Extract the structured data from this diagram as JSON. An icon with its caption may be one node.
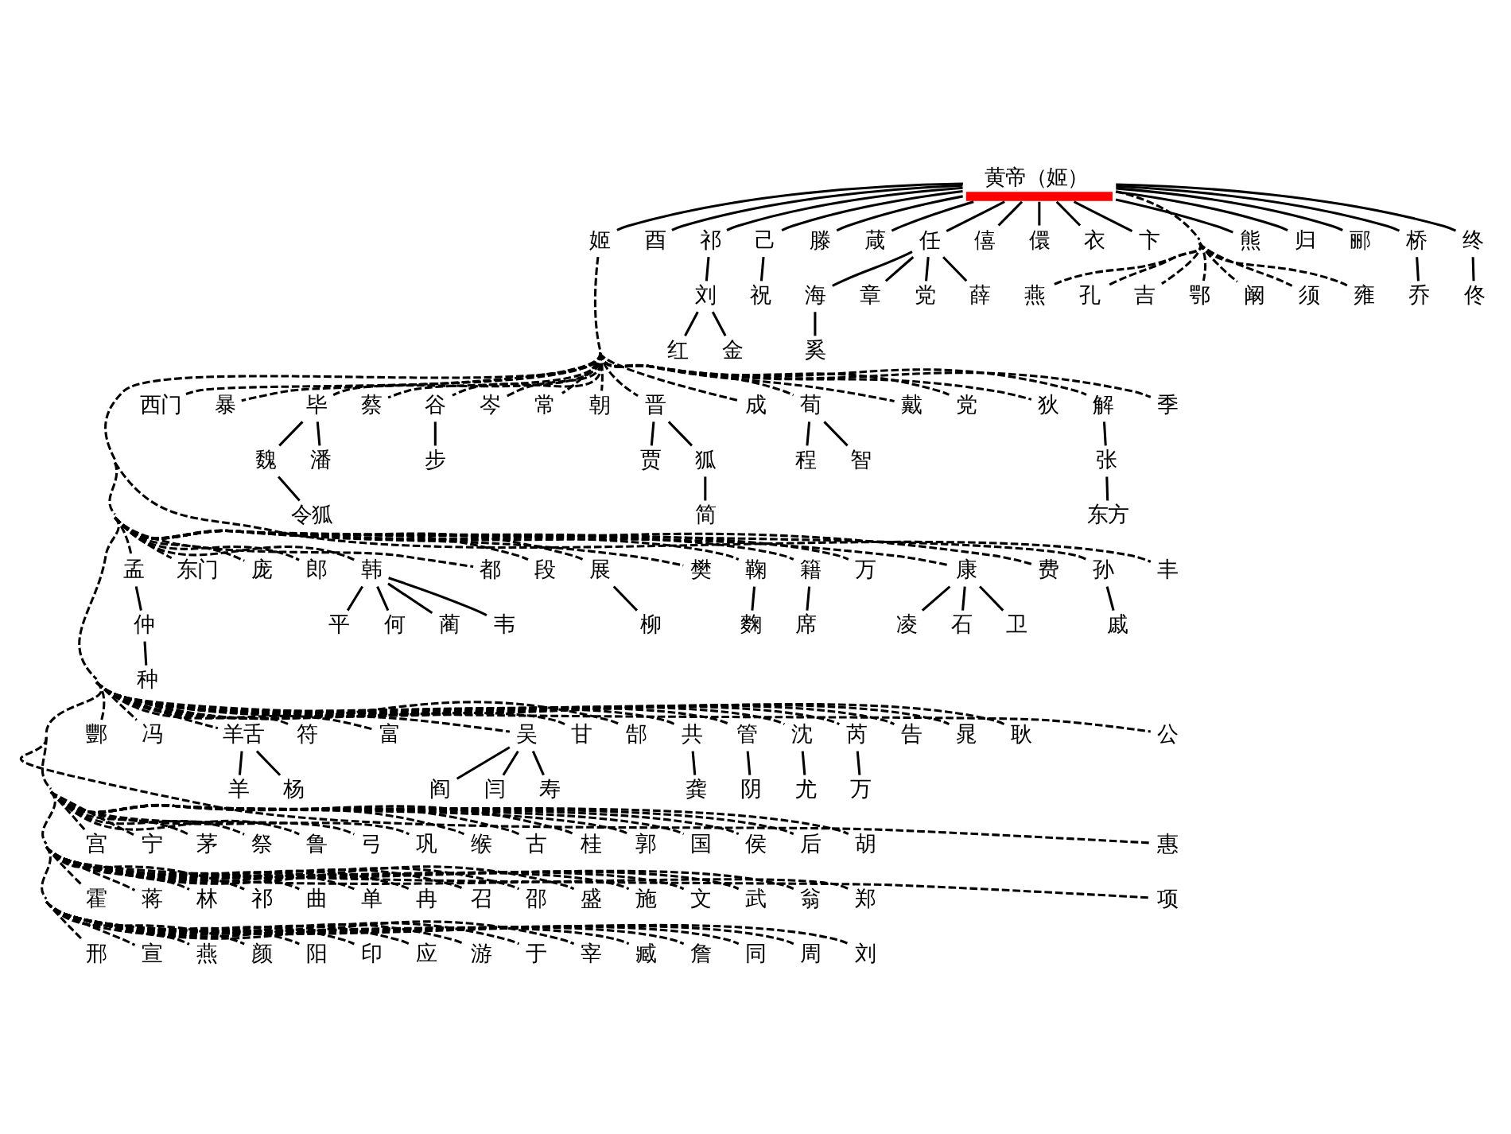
{
  "diagram": {
    "nodes": [
      {
        "text": [
          "黄帝（姬）"
        ]
      },
      {
        "text": [
          "姬"
        ]
      },
      {
        "text": [
          "酉"
        ]
      },
      {
        "text": [
          "祁"
        ]
      },
      {
        "text": [
          "己"
        ]
      },
      {
        "text": [
          "滕"
        ]
      },
      {
        "text": [
          "葴"
        ]
      },
      {
        "text": [
          "任"
        ]
      },
      {
        "text": [
          "僖"
        ]
      },
      {
        "text": [
          "儇"
        ]
      },
      {
        "text": [
          "衣"
        ]
      },
      {
        "text": [
          "卞"
        ]
      },
      {
        "text": [
          "熊"
        ]
      },
      {
        "text": [
          "归"
        ]
      },
      {
        "text": [
          "郦"
        ]
      },
      {
        "text": [
          "桥"
        ]
      },
      {
        "text": [
          "终"
        ]
      },
      {
        "text": [
          "刘"
        ]
      },
      {
        "text": [
          "祝"
        ]
      },
      {
        "text": [
          "乔"
        ]
      },
      {
        "text": [
          "佟"
        ]
      },
      {
        "text": [
          "海"
        ]
      },
      {
        "text": [
          "章"
        ]
      },
      {
        "text": [
          "党"
        ]
      },
      {
        "text": [
          "薛"
        ]
      },
      {
        "text": [
          "燕"
        ]
      },
      {
        "text": [
          "孔"
        ]
      },
      {
        "text": [
          "吉"
        ]
      },
      {
        "text": [
          "鄂"
        ]
      },
      {
        "text": [
          "阚"
        ]
      },
      {
        "text": [
          "须"
        ]
      },
      {
        "text": [
          "雍"
        ]
      },
      {
        "text": [
          "红"
        ]
      },
      {
        "text": [
          "金"
        ]
      },
      {
        "text": [
          "奚"
        ]
      },
      {
        "text": [
          "西门"
        ]
      },
      {
        "text": [
          "暴"
        ]
      },
      {
        "text": [
          "毕"
        ]
      },
      {
        "text": [
          "蔡"
        ]
      },
      {
        "text": [
          "谷"
        ]
      },
      {
        "text": [
          "岑"
        ]
      },
      {
        "text": [
          "常"
        ]
      },
      {
        "text": [
          "朝"
        ]
      },
      {
        "text": [
          "晋"
        ]
      },
      {
        "text": [
          "成"
        ]
      },
      {
        "text": [
          "荀"
        ]
      },
      {
        "text": [
          "戴"
        ]
      },
      {
        "text": [
          "党"
        ]
      },
      {
        "text": [
          "狄"
        ]
      },
      {
        "text": [
          "解"
        ]
      },
      {
        "text": [
          "季"
        ]
      },
      {
        "text": [
          "魏"
        ]
      },
      {
        "text": [
          "潘"
        ]
      },
      {
        "text": [
          "步"
        ]
      },
      {
        "text": [
          "贾"
        ]
      },
      {
        "text": [
          "狐"
        ]
      },
      {
        "text": [
          "程"
        ]
      },
      {
        "text": [
          "智"
        ]
      },
      {
        "text": [
          "张"
        ]
      },
      {
        "text": [
          "令狐"
        ]
      },
      {
        "text": [
          "简"
        ]
      },
      {
        "text": [
          "东方"
        ]
      },
      {
        "text": [
          "孟"
        ]
      },
      {
        "text": [
          "东门"
        ]
      },
      {
        "text": [
          "庞"
        ]
      },
      {
        "text": [
          "郎"
        ]
      },
      {
        "text": [
          "韩"
        ]
      },
      {
        "text": [
          "都"
        ]
      },
      {
        "text": [
          "段"
        ]
      },
      {
        "text": [
          "展"
        ]
      },
      {
        "text": [
          "樊"
        ]
      },
      {
        "text": [
          "鞠"
        ]
      },
      {
        "text": [
          "籍"
        ]
      },
      {
        "text": [
          "万"
        ]
      },
      {
        "text": [
          "康"
        ]
      },
      {
        "text": [
          "费"
        ]
      },
      {
        "text": [
          "孙"
        ]
      },
      {
        "text": [
          "丰"
        ]
      },
      {
        "text": [
          "仲"
        ]
      },
      {
        "text": [
          "平"
        ]
      },
      {
        "text": [
          "何"
        ]
      },
      {
        "text": [
          "蔺"
        ]
      },
      {
        "text": [
          "韦"
        ]
      },
      {
        "text": [
          "柳"
        ]
      },
      {
        "text": [
          "麴"
        ]
      },
      {
        "text": [
          "席"
        ]
      },
      {
        "text": [
          "凌"
        ]
      },
      {
        "text": [
          "石"
        ]
      },
      {
        "text": [
          "卫"
        ]
      },
      {
        "text": [
          "戚"
        ]
      },
      {
        "text": [
          "种"
        ]
      },
      {
        "text": [
          "酆"
        ]
      },
      {
        "text": [
          "冯"
        ]
      },
      {
        "text": [
          "羊舌"
        ]
      },
      {
        "text": [
          "符"
        ]
      },
      {
        "text": [
          "富"
        ]
      },
      {
        "text": [
          "吴"
        ]
      },
      {
        "text": [
          "甘"
        ]
      },
      {
        "text": [
          "郜"
        ]
      },
      {
        "text": [
          "共"
        ]
      },
      {
        "text": [
          "管"
        ]
      },
      {
        "text": [
          "沈"
        ]
      },
      {
        "text": [
          "芮"
        ]
      },
      {
        "text": [
          "告"
        ]
      },
      {
        "text": [
          "晁"
        ]
      },
      {
        "text": [
          "耿"
        ]
      },
      {
        "text": [
          "公"
        ]
      },
      {
        "text": [
          "羊"
        ]
      },
      {
        "text": [
          "杨"
        ]
      },
      {
        "text": [
          "阎"
        ]
      },
      {
        "text": [
          "闫"
        ]
      },
      {
        "text": [
          "寿"
        ]
      },
      {
        "text": [
          "龚"
        ]
      },
      {
        "text": [
          "阴"
        ]
      },
      {
        "text": [
          "尤"
        ]
      },
      {
        "text": [
          "万"
        ]
      },
      {
        "text": [
          "宫"
        ]
      },
      {
        "text": [
          "宁"
        ]
      },
      {
        "text": [
          "茅"
        ]
      },
      {
        "text": [
          "祭"
        ]
      },
      {
        "text": [
          "鲁"
        ]
      },
      {
        "text": [
          "弓"
        ]
      },
      {
        "text": [
          "巩"
        ]
      },
      {
        "text": [
          "缑"
        ]
      },
      {
        "text": [
          "古"
        ]
      },
      {
        "text": [
          "桂"
        ]
      },
      {
        "text": [
          "郭"
        ]
      },
      {
        "text": [
          "国"
        ]
      },
      {
        "text": [
          "侯"
        ]
      },
      {
        "text": [
          "后"
        ]
      },
      {
        "text": [
          "胡"
        ]
      },
      {
        "text": [
          "惠"
        ]
      },
      {
        "text": [
          "霍"
        ]
      },
      {
        "text": [
          "蒋"
        ]
      },
      {
        "text": [
          "林"
        ]
      },
      {
        "text": [
          "祁"
        ]
      },
      {
        "text": [
          "曲"
        ]
      },
      {
        "text": [
          "单"
        ]
      },
      {
        "text": [
          "冉"
        ]
      },
      {
        "text": [
          "召"
        ]
      },
      {
        "text": [
          "邵"
        ]
      },
      {
        "text": [
          "盛"
        ]
      },
      {
        "text": [
          "施"
        ]
      },
      {
        "text": [
          "文"
        ]
      },
      {
        "text": [
          "武"
        ]
      },
      {
        "text": [
          "翁"
        ]
      },
      {
        "text": [
          "郑"
        ]
      },
      {
        "text": [
          "项"
        ]
      },
      {
        "text": [
          "邢"
        ]
      },
      {
        "text": [
          "宣"
        ]
      },
      {
        "text": [
          "燕"
        ]
      },
      {
        "text": [
          "颜"
        ]
      },
      {
        "text": [
          "阳"
        ]
      },
      {
        "text": [
          "印"
        ]
      },
      {
        "text": [
          "应"
        ]
      },
      {
        "text": [
          "游"
        ]
      },
      {
        "text": [
          "于"
        ]
      },
      {
        "text": [
          "宰"
        ]
      },
      {
        "text": [
          "臧"
        ]
      },
      {
        "text": [
          "詹"
        ]
      },
      {
        "text": [
          "同"
        ]
      },
      {
        "text": [
          "周"
        ]
      },
      {
        "text": [
          "刘"
        ]
      }
    ],
    "edges": [
      {
        "from": 0,
        "to": 1,
        "arrow": "none"
      },
      {
        "from": 0,
        "to": 2,
        "arrow": "none"
      },
      {
        "from": 0,
        "to": 3,
        "arrow": "none"
      },
      {
        "from": 0,
        "to": 4,
        "arrow": "none"
      },
      {
        "from": 0,
        "to": 5,
        "arrow": "none"
      },
      {
        "from": 0,
        "to": 6,
        "arrow": "none"
      },
      {
        "from": 0,
        "to": 7,
        "arrow": "none"
      },
      {
        "from": 0,
        "to": 8,
        "arrow": "none"
      },
      {
        "from": 0,
        "to": 9,
        "arrow": "none"
      },
      {
        "from": 0,
        "to": 10,
        "arrow": "none"
      },
      {
        "from": 0,
        "to": 11,
        "arrow": "none"
      },
      {
        "from": 0,
        "to": 25,
        "arrow": "none",
        "style": "dashed"
      },
      {
        "from": 0,
        "to": 26,
        "arrow": "none",
        "style": "dashed"
      },
      {
        "from": 0,
        "to": 27,
        "arrow": "none",
        "style": "dashed"
      },
      {
        "from": 0,
        "to": 28,
        "arrow": "none",
        "style": "dashed"
      },
      {
        "from": 0,
        "to": 29,
        "arrow": "none",
        "style": "dashed"
      },
      {
        "from": 0,
        "to": 30,
        "arrow": "none",
        "style": "dashed"
      },
      {
        "from": 0,
        "to": 31,
        "arrow": "none",
        "style": "dashed"
      },
      {
        "from": 0,
        "to": 12,
        "arrow": "none"
      },
      {
        "from": 0,
        "to": 13,
        "arrow": "none"
      },
      {
        "from": 0,
        "to": 14,
        "arrow": "none"
      },
      {
        "from": 0,
        "to": 15,
        "arrow": "none"
      },
      {
        "from": 0,
        "to": 16,
        "arrow": "none"
      },
      {
        "from": 3,
        "to": 17,
        "arrow": "none"
      },
      {
        "from": 4,
        "to": 18,
        "arrow": "none"
      },
      {
        "from": 15,
        "to": 19,
        "arrow": "none"
      },
      {
        "from": 16,
        "to": 20,
        "arrow": "none"
      },
      {
        "from": 7,
        "to": 21,
        "arrow": "none"
      },
      {
        "from": 7,
        "to": 22,
        "arrow": "none"
      },
      {
        "from": 7,
        "to": 23,
        "arrow": "none"
      },
      {
        "from": 7,
        "to": 24,
        "arrow": "none"
      },
      {
        "from": 17,
        "to": 32,
        "arrow": "none"
      },
      {
        "from": 17,
        "to": 33,
        "arrow": "none"
      },
      {
        "from": 21,
        "to": 34,
        "arrow": "none"
      },
      {
        "from": 1,
        "to": 148,
        "arrow": "none",
        "style": "dashed"
      },
      {
        "from": 1,
        "to": 149,
        "arrow": "none",
        "style": "dashed"
      },
      {
        "from": 1,
        "to": 150,
        "arrow": "none",
        "style": "dashed"
      },
      {
        "from": 1,
        "to": 151,
        "arrow": "none",
        "style": "dashed"
      },
      {
        "from": 1,
        "to": 152,
        "arrow": "none",
        "style": "dashed"
      },
      {
        "from": 1,
        "to": 153,
        "arrow": "none",
        "style": "dashed"
      },
      {
        "from": 1,
        "to": 154,
        "arrow": "none",
        "style": "dashed"
      },
      {
        "from": 1,
        "to": 155,
        "arrow": "none",
        "style": "dashed"
      },
      {
        "from": 1,
        "to": 156,
        "arrow": "none",
        "style": "dashed"
      },
      {
        "from": 1,
        "to": 157,
        "arrow": "none",
        "style": "dashed"
      },
      {
        "from": 1,
        "to": 158,
        "arrow": "none",
        "style": "dashed"
      },
      {
        "from": 1,
        "to": 159,
        "arrow": "none",
        "style": "dashed"
      },
      {
        "from": 1,
        "to": 160,
        "arrow": "none",
        "style": "dashed"
      },
      {
        "from": 1,
        "to": 161,
        "arrow": "none",
        "style": "dashed"
      },
      {
        "from": 1,
        "to": 162,
        "arrow": "none",
        "style": "dashed"
      },
      {
        "from": 1,
        "to": 132,
        "arrow": "none",
        "style": "dashed"
      },
      {
        "from": 1,
        "to": 133,
        "arrow": "none",
        "style": "dashed"
      },
      {
        "from": 1,
        "to": 134,
        "arrow": "none",
        "style": "dashed"
      },
      {
        "from": 1,
        "to": 135,
        "arrow": "none",
        "style": "dashed"
      },
      {
        "from": 1,
        "to": 136,
        "arrow": "none",
        "style": "dashed"
      },
      {
        "from": 1,
        "to": 137,
        "arrow": "none",
        "style": "dashed"
      },
      {
        "from": 1,
        "to": 138,
        "arrow": "none",
        "style": "dashed"
      },
      {
        "from": 1,
        "to": 139,
        "arrow": "none",
        "style": "dashed"
      },
      {
        "from": 1,
        "to": 140,
        "arrow": "none",
        "style": "dashed"
      },
      {
        "from": 1,
        "to": 141,
        "arrow": "none",
        "style": "dashed"
      },
      {
        "from": 1,
        "to": 142,
        "arrow": "none",
        "style": "dashed"
      },
      {
        "from": 1,
        "to": 143,
        "arrow": "none",
        "style": "dashed"
      },
      {
        "from": 1,
        "to": 144,
        "arrow": "none",
        "style": "dashed"
      },
      {
        "from": 1,
        "to": 145,
        "arrow": "none",
        "style": "dashed"
      },
      {
        "from": 1,
        "to": 146,
        "arrow": "none",
        "style": "dashed"
      },
      {
        "from": 1,
        "to": 147,
        "arrow": "none",
        "style": "dashed"
      },
      {
        "from": 1,
        "to": 116,
        "arrow": "none",
        "style": "dashed"
      },
      {
        "from": 1,
        "to": 117,
        "arrow": "none",
        "style": "dashed"
      },
      {
        "from": 1,
        "to": 118,
        "arrow": "none",
        "style": "dashed"
      },
      {
        "from": 1,
        "to": 119,
        "arrow": "none",
        "style": "dashed"
      },
      {
        "from": 1,
        "to": 120,
        "arrow": "none",
        "style": "dashed"
      },
      {
        "from": 1,
        "to": 121,
        "arrow": "none",
        "style": "dashed"
      },
      {
        "from": 1,
        "to": 122,
        "arrow": "none",
        "style": "dashed"
      },
      {
        "from": 1,
        "to": 123,
        "arrow": "none",
        "style": "dashed"
      },
      {
        "from": 1,
        "to": 124,
        "arrow": "none",
        "style": "dashed"
      },
      {
        "from": 1,
        "to": 125,
        "arrow": "none",
        "style": "dashed"
      },
      {
        "from": 1,
        "to": 126,
        "arrow": "none",
        "style": "dashed"
      },
      {
        "from": 1,
        "to": 127,
        "arrow": "none",
        "style": "dashed"
      },
      {
        "from": 1,
        "to": 128,
        "arrow": "none",
        "style": "dashed"
      },
      {
        "from": 1,
        "to": 129,
        "arrow": "none",
        "style": "dashed"
      },
      {
        "from": 1,
        "to": 130,
        "arrow": "none",
        "style": "dashed"
      },
      {
        "from": 1,
        "to": 131,
        "arrow": "none",
        "style": "dashed"
      },
      {
        "from": 1,
        "to": 91,
        "arrow": "none",
        "style": "dashed"
      },
      {
        "from": 1,
        "to": 92,
        "arrow": "none",
        "style": "dashed"
      },
      {
        "from": 1,
        "to": 93,
        "arrow": "none",
        "style": "dashed"
      },
      {
        "from": 1,
        "to": 94,
        "arrow": "none",
        "style": "dashed"
      },
      {
        "from": 1,
        "to": 95,
        "arrow": "none",
        "style": "dashed"
      },
      {
        "from": 1,
        "to": 96,
        "arrow": "none",
        "style": "dashed"
      },
      {
        "from": 1,
        "to": 97,
        "arrow": "none",
        "style": "dashed"
      },
      {
        "from": 1,
        "to": 98,
        "arrow": "none",
        "style": "dashed"
      },
      {
        "from": 1,
        "to": 99,
        "arrow": "none",
        "style": "dashed"
      },
      {
        "from": 1,
        "to": 100,
        "arrow": "none",
        "style": "dashed"
      },
      {
        "from": 1,
        "to": 101,
        "arrow": "none",
        "style": "dashed"
      },
      {
        "from": 1,
        "to": 102,
        "arrow": "none",
        "style": "dashed"
      },
      {
        "from": 1,
        "to": 103,
        "arrow": "none",
        "style": "dashed"
      },
      {
        "from": 1,
        "to": 104,
        "arrow": "none",
        "style": "dashed"
      },
      {
        "from": 1,
        "to": 105,
        "arrow": "none",
        "style": "dashed"
      },
      {
        "from": 1,
        "to": 106,
        "arrow": "none",
        "style": "dashed"
      },
      {
        "from": 1,
        "to": 62,
        "arrow": "none",
        "style": "dashed"
      },
      {
        "from": 1,
        "to": 63,
        "arrow": "none",
        "style": "dashed"
      },
      {
        "from": 1,
        "to": 64,
        "arrow": "none",
        "style": "dashed"
      },
      {
        "from": 1,
        "to": 65,
        "arrow": "none",
        "style": "dashed"
      },
      {
        "from": 1,
        "to": 66,
        "arrow": "none",
        "style": "dashed"
      },
      {
        "from": 1,
        "to": 67,
        "arrow": "none",
        "style": "dashed"
      },
      {
        "from": 1,
        "to": 68,
        "arrow": "none",
        "style": "dashed"
      },
      {
        "from": 1,
        "to": 69,
        "arrow": "none",
        "style": "dashed"
      },
      {
        "from": 1,
        "to": 70,
        "arrow": "none",
        "style": "dashed"
      },
      {
        "from": 1,
        "to": 71,
        "arrow": "none",
        "style": "dashed"
      },
      {
        "from": 1,
        "to": 72,
        "arrow": "none",
        "style": "dashed"
      },
      {
        "from": 1,
        "to": 73,
        "arrow": "none",
        "style": "dashed"
      },
      {
        "from": 1,
        "to": 74,
        "arrow": "none",
        "style": "dashed"
      },
      {
        "from": 1,
        "to": 75,
        "arrow": "none",
        "style": "dashed"
      },
      {
        "from": 1,
        "to": 76,
        "arrow": "none",
        "style": "dashed"
      },
      {
        "from": 1,
        "to": 77,
        "arrow": "none",
        "style": "dashed"
      },
      {
        "from": 1,
        "to": 35,
        "arrow": "none",
        "style": "dashed"
      },
      {
        "from": 1,
        "to": 36,
        "arrow": "none",
        "style": "dashed"
      },
      {
        "from": 1,
        "to": 37,
        "arrow": "none",
        "style": "dashed"
      },
      {
        "from": 1,
        "to": 38,
        "arrow": "none",
        "style": "dashed"
      },
      {
        "from": 1,
        "to": 39,
        "arrow": "none",
        "style": "dashed"
      },
      {
        "from": 1,
        "to": 40,
        "arrow": "none",
        "style": "dashed"
      },
      {
        "from": 1,
        "to": 41,
        "arrow": "none",
        "style": "dashed"
      },
      {
        "from": 1,
        "to": 42,
        "arrow": "none",
        "style": "dashed"
      },
      {
        "from": 1,
        "to": 43,
        "arrow": "none",
        "style": "dashed"
      },
      {
        "from": 1,
        "to": 44,
        "arrow": "none",
        "style": "dashed"
      },
      {
        "from": 1,
        "to": 45,
        "arrow": "none",
        "style": "dashed"
      },
      {
        "from": 1,
        "to": 46,
        "arrow": "none",
        "style": "dashed"
      },
      {
        "from": 1,
        "to": 47,
        "arrow": "none",
        "style": "dashed"
      },
      {
        "from": 1,
        "to": 48,
        "arrow": "none",
        "style": "dashed"
      },
      {
        "from": 1,
        "to": 49,
        "arrow": "none",
        "style": "dashed"
      },
      {
        "from": 1,
        "to": 50,
        "arrow": "none",
        "style": "dashed"
      },
      {
        "from": 37,
        "to": 51,
        "arrow": "none"
      },
      {
        "from": 37,
        "to": 52,
        "arrow": "none"
      },
      {
        "from": 39,
        "to": 53,
        "arrow": "none"
      },
      {
        "from": 43,
        "to": 54,
        "arrow": "none"
      },
      {
        "from": 43,
        "to": 55,
        "arrow": "none"
      },
      {
        "from": 45,
        "to": 56,
        "arrow": "none"
      },
      {
        "from": 45,
        "to": 57,
        "arrow": "none"
      },
      {
        "from": 49,
        "to": 58,
        "arrow": "none"
      },
      {
        "from": 51,
        "to": 59,
        "arrow": "none"
      },
      {
        "from": 55,
        "to": 60,
        "arrow": "none"
      },
      {
        "from": 58,
        "to": 61,
        "arrow": "none"
      },
      {
        "from": 62,
        "to": 78,
        "arrow": "none"
      },
      {
        "from": 66,
        "to": 79,
        "arrow": "none"
      },
      {
        "from": 66,
        "to": 80,
        "arrow": "none"
      },
      {
        "from": 66,
        "to": 81,
        "arrow": "none"
      },
      {
        "from": 66,
        "to": 82,
        "arrow": "none"
      },
      {
        "from": 69,
        "to": 83,
        "arrow": "none"
      },
      {
        "from": 71,
        "to": 84,
        "arrow": "none"
      },
      {
        "from": 72,
        "to": 85,
        "arrow": "none"
      },
      {
        "from": 74,
        "to": 86,
        "arrow": "none"
      },
      {
        "from": 74,
        "to": 87,
        "arrow": "none"
      },
      {
        "from": 74,
        "to": 88,
        "arrow": "none"
      },
      {
        "from": 76,
        "to": 89,
        "arrow": "none"
      },
      {
        "from": 78,
        "to": 90,
        "arrow": "none"
      },
      {
        "from": 93,
        "to": 107,
        "arrow": "none"
      },
      {
        "from": 93,
        "to": 108,
        "arrow": "none"
      },
      {
        "from": 96,
        "to": 109,
        "arrow": "none"
      },
      {
        "from": 96,
        "to": 110,
        "arrow": "none"
      },
      {
        "from": 96,
        "to": 111,
        "arrow": "none"
      },
      {
        "from": 99,
        "to": 112,
        "arrow": "none"
      },
      {
        "from": 100,
        "to": 113,
        "arrow": "none"
      },
      {
        "from": 101,
        "to": 114,
        "arrow": "none"
      },
      {
        "from": 102,
        "to": 115,
        "arrow": "none"
      }
    ]
  }
}
